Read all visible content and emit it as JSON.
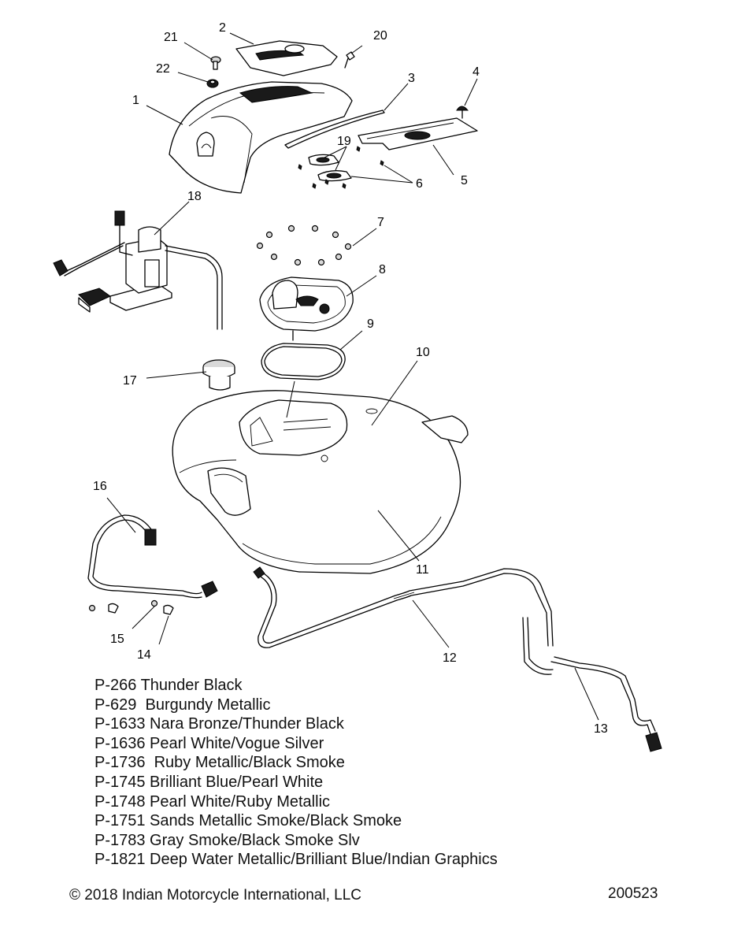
{
  "callouts": [
    {
      "id": "1",
      "label": "1"
    },
    {
      "id": "2",
      "label": "2"
    },
    {
      "id": "3",
      "label": "3"
    },
    {
      "id": "4",
      "label": "4"
    },
    {
      "id": "5",
      "label": "5"
    },
    {
      "id": "6",
      "label": "6"
    },
    {
      "id": "7",
      "label": "7"
    },
    {
      "id": "8",
      "label": "8"
    },
    {
      "id": "9",
      "label": "9"
    },
    {
      "id": "10",
      "label": "10"
    },
    {
      "id": "11",
      "label": "11"
    },
    {
      "id": "12",
      "label": "12"
    },
    {
      "id": "13",
      "label": "13"
    },
    {
      "id": "14",
      "label": "14"
    },
    {
      "id": "15",
      "label": "15"
    },
    {
      "id": "16",
      "label": "16"
    },
    {
      "id": "17",
      "label": "17"
    },
    {
      "id": "18",
      "label": "18"
    },
    {
      "id": "19",
      "label": "19"
    },
    {
      "id": "20",
      "label": "20"
    },
    {
      "id": "21",
      "label": "21"
    },
    {
      "id": "22",
      "label": "22"
    }
  ],
  "paint_codes": [
    "P-266 Thunder Black",
    "P-629  Burgundy Metallic",
    "P-1633 Nara Bronze/Thunder Black",
    "P-1636 Pearl White/Vogue Silver",
    "P-1736  Ruby Metallic/Black Smoke",
    "P-1745 Brilliant Blue/Pearl White",
    "P-1748 Pearl White/Ruby Metallic",
    "P-1751 Sands Metallic Smoke/Black Smoke",
    "P-1783 Gray Smoke/Black Smoke Slv",
    "P-1821 Deep Water Metallic/Brilliant Blue/Indian Graphics"
  ],
  "footer": {
    "copyright": "© 2018 Indian Motorcycle International, LLC",
    "drawing_number": "200523"
  }
}
